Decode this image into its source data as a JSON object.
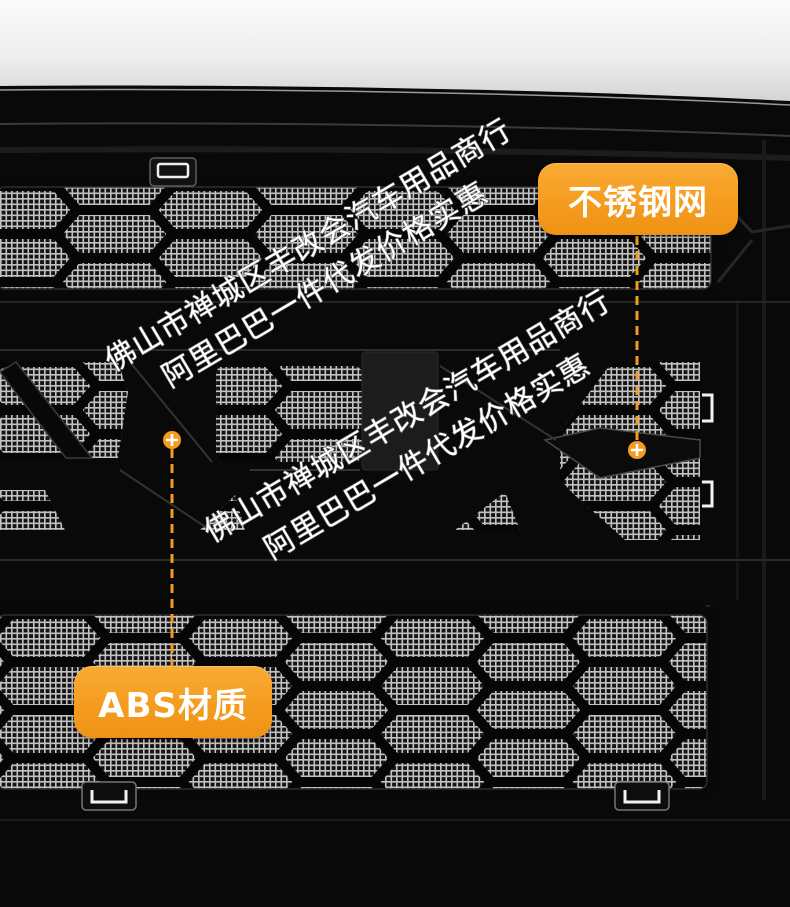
{
  "callouts": {
    "stainless_mesh": {
      "label": "不锈钢网",
      "icon": "plus-marker-icon"
    },
    "abs_material": {
      "label": "ABS材质",
      "icon": "plus-marker-icon"
    }
  },
  "watermarks": [
    {
      "line1": "佛山市禅城区丰改会汽车用品商行",
      "line2": "阿里巴巴一件代发价格实惠"
    },
    {
      "line1": "佛山市禅城区丰改会汽车用品商行",
      "line2": "阿里巴巴一件代发价格实惠"
    }
  ],
  "colors": {
    "accent": "#f59c1f",
    "label_text": "#ffffff",
    "grille": "#0a0a0a",
    "mesh": "#c2c2c2",
    "watermark": "#ffffff"
  }
}
